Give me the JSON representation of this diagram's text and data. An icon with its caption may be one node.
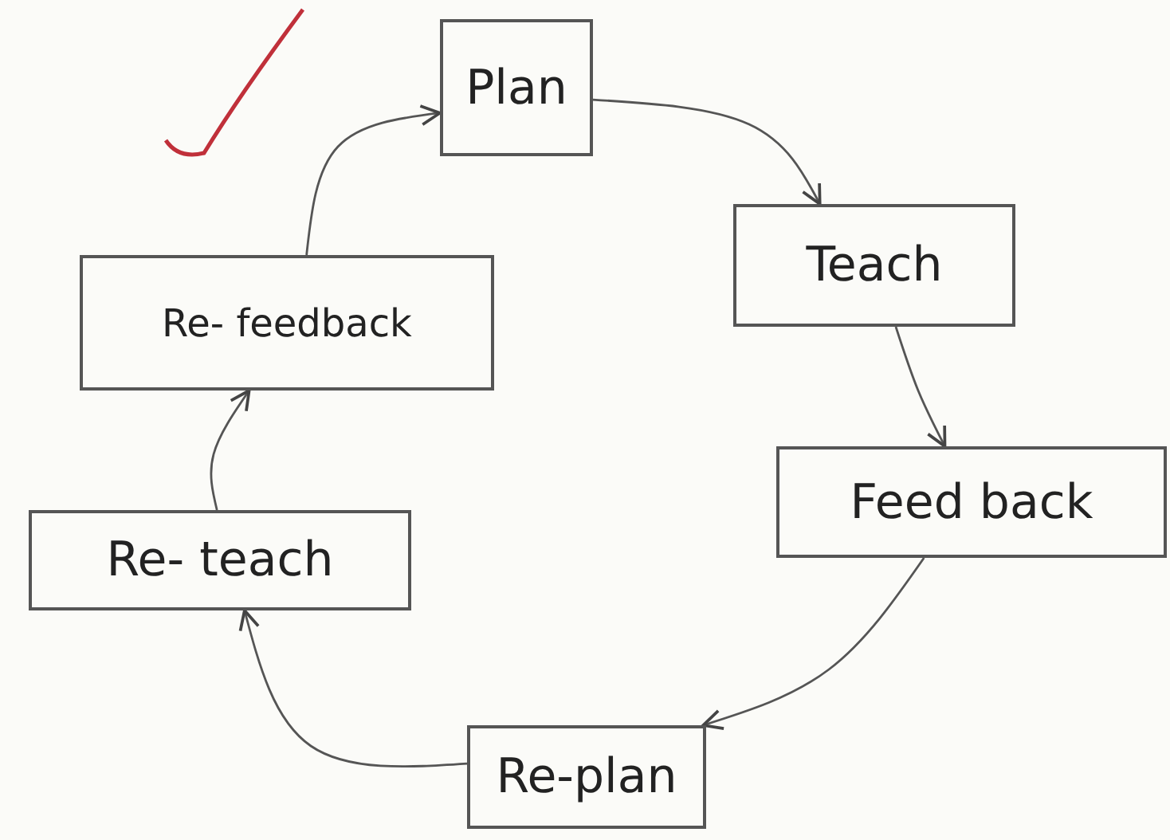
{
  "diagram": {
    "nodes": [
      {
        "text": [
          "Plan"
        ]
      },
      {
        "text": [
          "Teach"
        ]
      },
      {
        "text": [
          "Feed back"
        ]
      },
      {
        "text": [
          "Re-plan"
        ]
      },
      {
        "text": [
          "Re- teach"
        ]
      },
      {
        "text": [
          "Re- feedback"
        ]
      }
    ],
    "edges": [
      {
        "from": 0,
        "to": 1,
        "arrow": "to"
      },
      {
        "from": 1,
        "to": 2,
        "arrow": "to"
      },
      {
        "from": 2,
        "to": 3,
        "arrow": "to"
      },
      {
        "from": 3,
        "to": 4,
        "arrow": "to"
      },
      {
        "from": 4,
        "to": 5,
        "arrow": "to"
      },
      {
        "from": 5,
        "to": 0,
        "arrow": "to"
      }
    ]
  }
}
